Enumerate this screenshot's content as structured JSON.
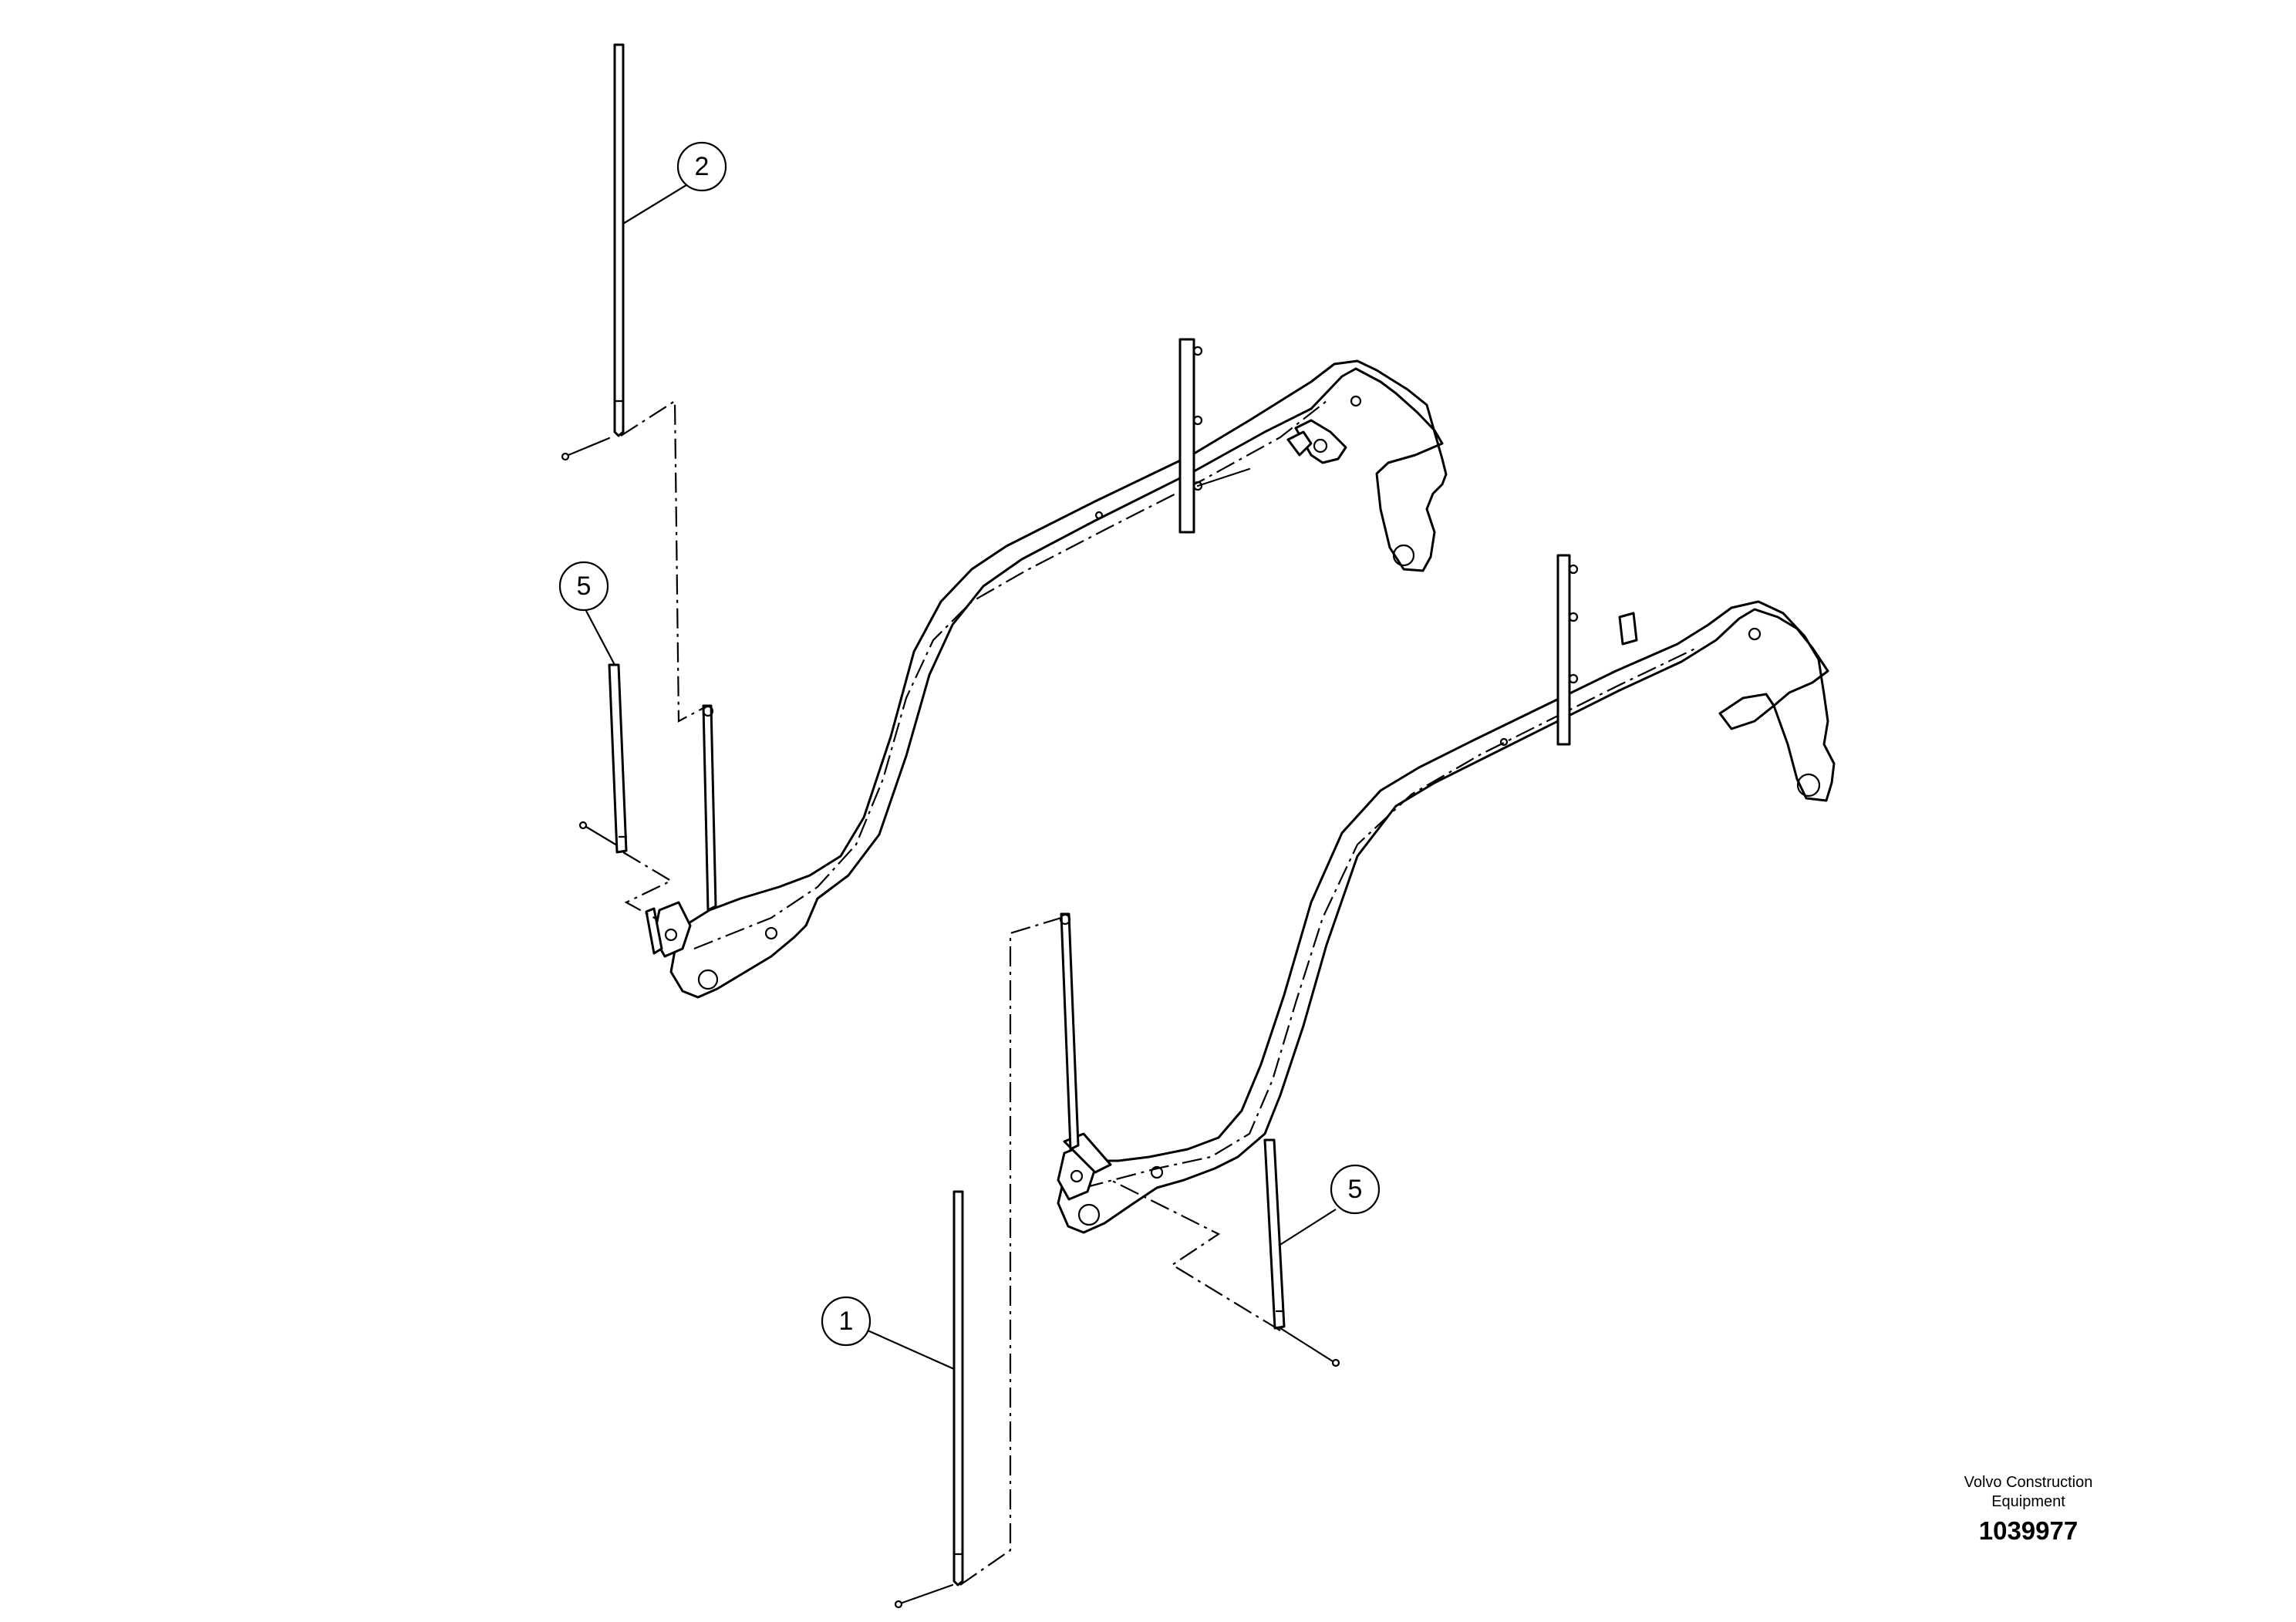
{
  "drawing": {
    "callouts": [
      {
        "id": "callout-2",
        "label": "2"
      },
      {
        "id": "callout-5-upper",
        "label": "5"
      },
      {
        "id": "callout-5-lower",
        "label": "5"
      },
      {
        "id": "callout-1",
        "label": "1"
      }
    ],
    "title_block": {
      "company_line1": "Volvo Construction",
      "company_line2": "Equipment",
      "drawing_number": "1039977"
    }
  }
}
